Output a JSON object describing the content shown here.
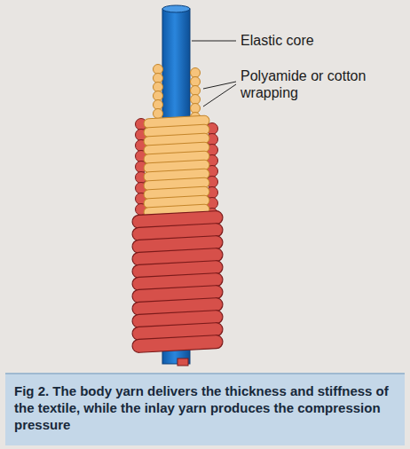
{
  "diagram": {
    "caption": "Fig 2. The body yarn delivers the thickness and stiffness of the textile, while the inlay yarn produces the compression pressure",
    "labels": [
      "Elastic core",
      "Polyamide or cotton wrapping"
    ]
  }
}
